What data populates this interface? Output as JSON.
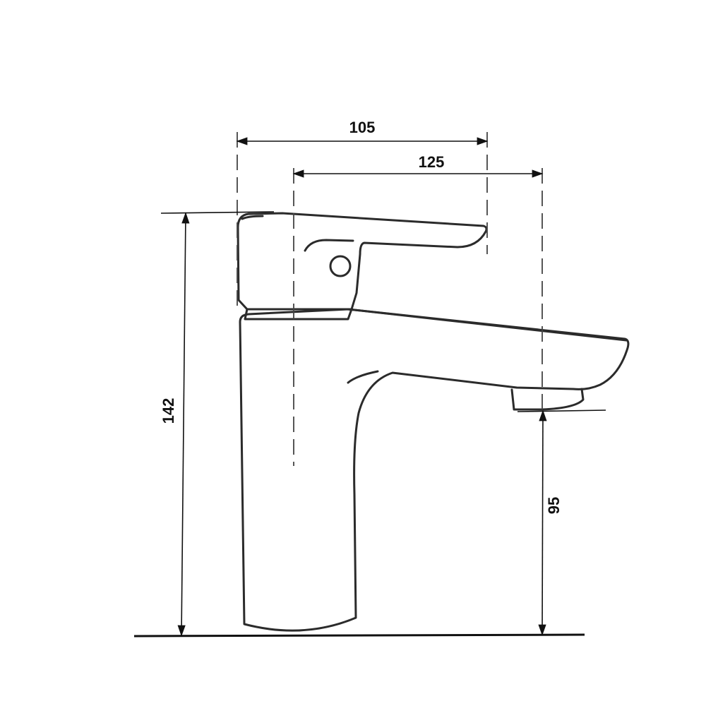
{
  "dimensions": {
    "width_105": "105",
    "width_125": "125",
    "height_142": "142",
    "height_95": "95"
  },
  "colors": {
    "line": "#2b2b2b",
    "background": "#ffffff"
  }
}
